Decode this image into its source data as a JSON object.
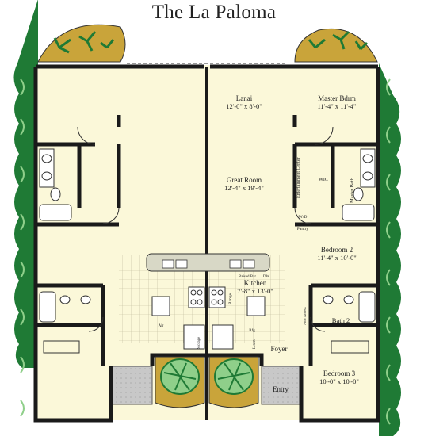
{
  "title": "The La Paloma",
  "rooms": {
    "lanai": {
      "name": "Lanai",
      "dims": "12'-0\" x 8'-0\""
    },
    "master_bdrm": {
      "name": "Master Bdrm",
      "dims": "11'-4\" x 11'-4\""
    },
    "great_room": {
      "name": "Great Room",
      "dims": "12'-4\" x 19'-4\""
    },
    "bedroom2": {
      "name": "Bedroom 2",
      "dims": "11'-4\" x 10'-0\""
    },
    "kitchen": {
      "name": "Kitchen",
      "dims": "7'-8\" x 13'-0\""
    },
    "bedroom3": {
      "name": "Bedroom 3",
      "dims": "10'-0\" x 10'-0\""
    }
  },
  "labels": {
    "wic": "WIC",
    "master_bath": "Master Bath",
    "entertainment_center": "Entertainment Center",
    "wd": "W/D",
    "pantry": "Pantry",
    "bath2": "Bath 2",
    "foyer": "Foyer",
    "entry": "Entry",
    "storage": "Storage",
    "linen": "Linen",
    "range": "Range",
    "dw": "DW",
    "raised_bar": "Raised Bar",
    "air": "Air",
    "rfg": "Rfg",
    "attic_access": "Attic Access"
  },
  "colors": {
    "floor": "#fbf8d9",
    "wall": "#1a1a1a",
    "foliage_dark": "#1f7a35",
    "foliage_light": "#8fcf8a",
    "planter": "#c9a43a",
    "walkway": "#bfbfbf",
    "counter": "#d8d8c6"
  }
}
